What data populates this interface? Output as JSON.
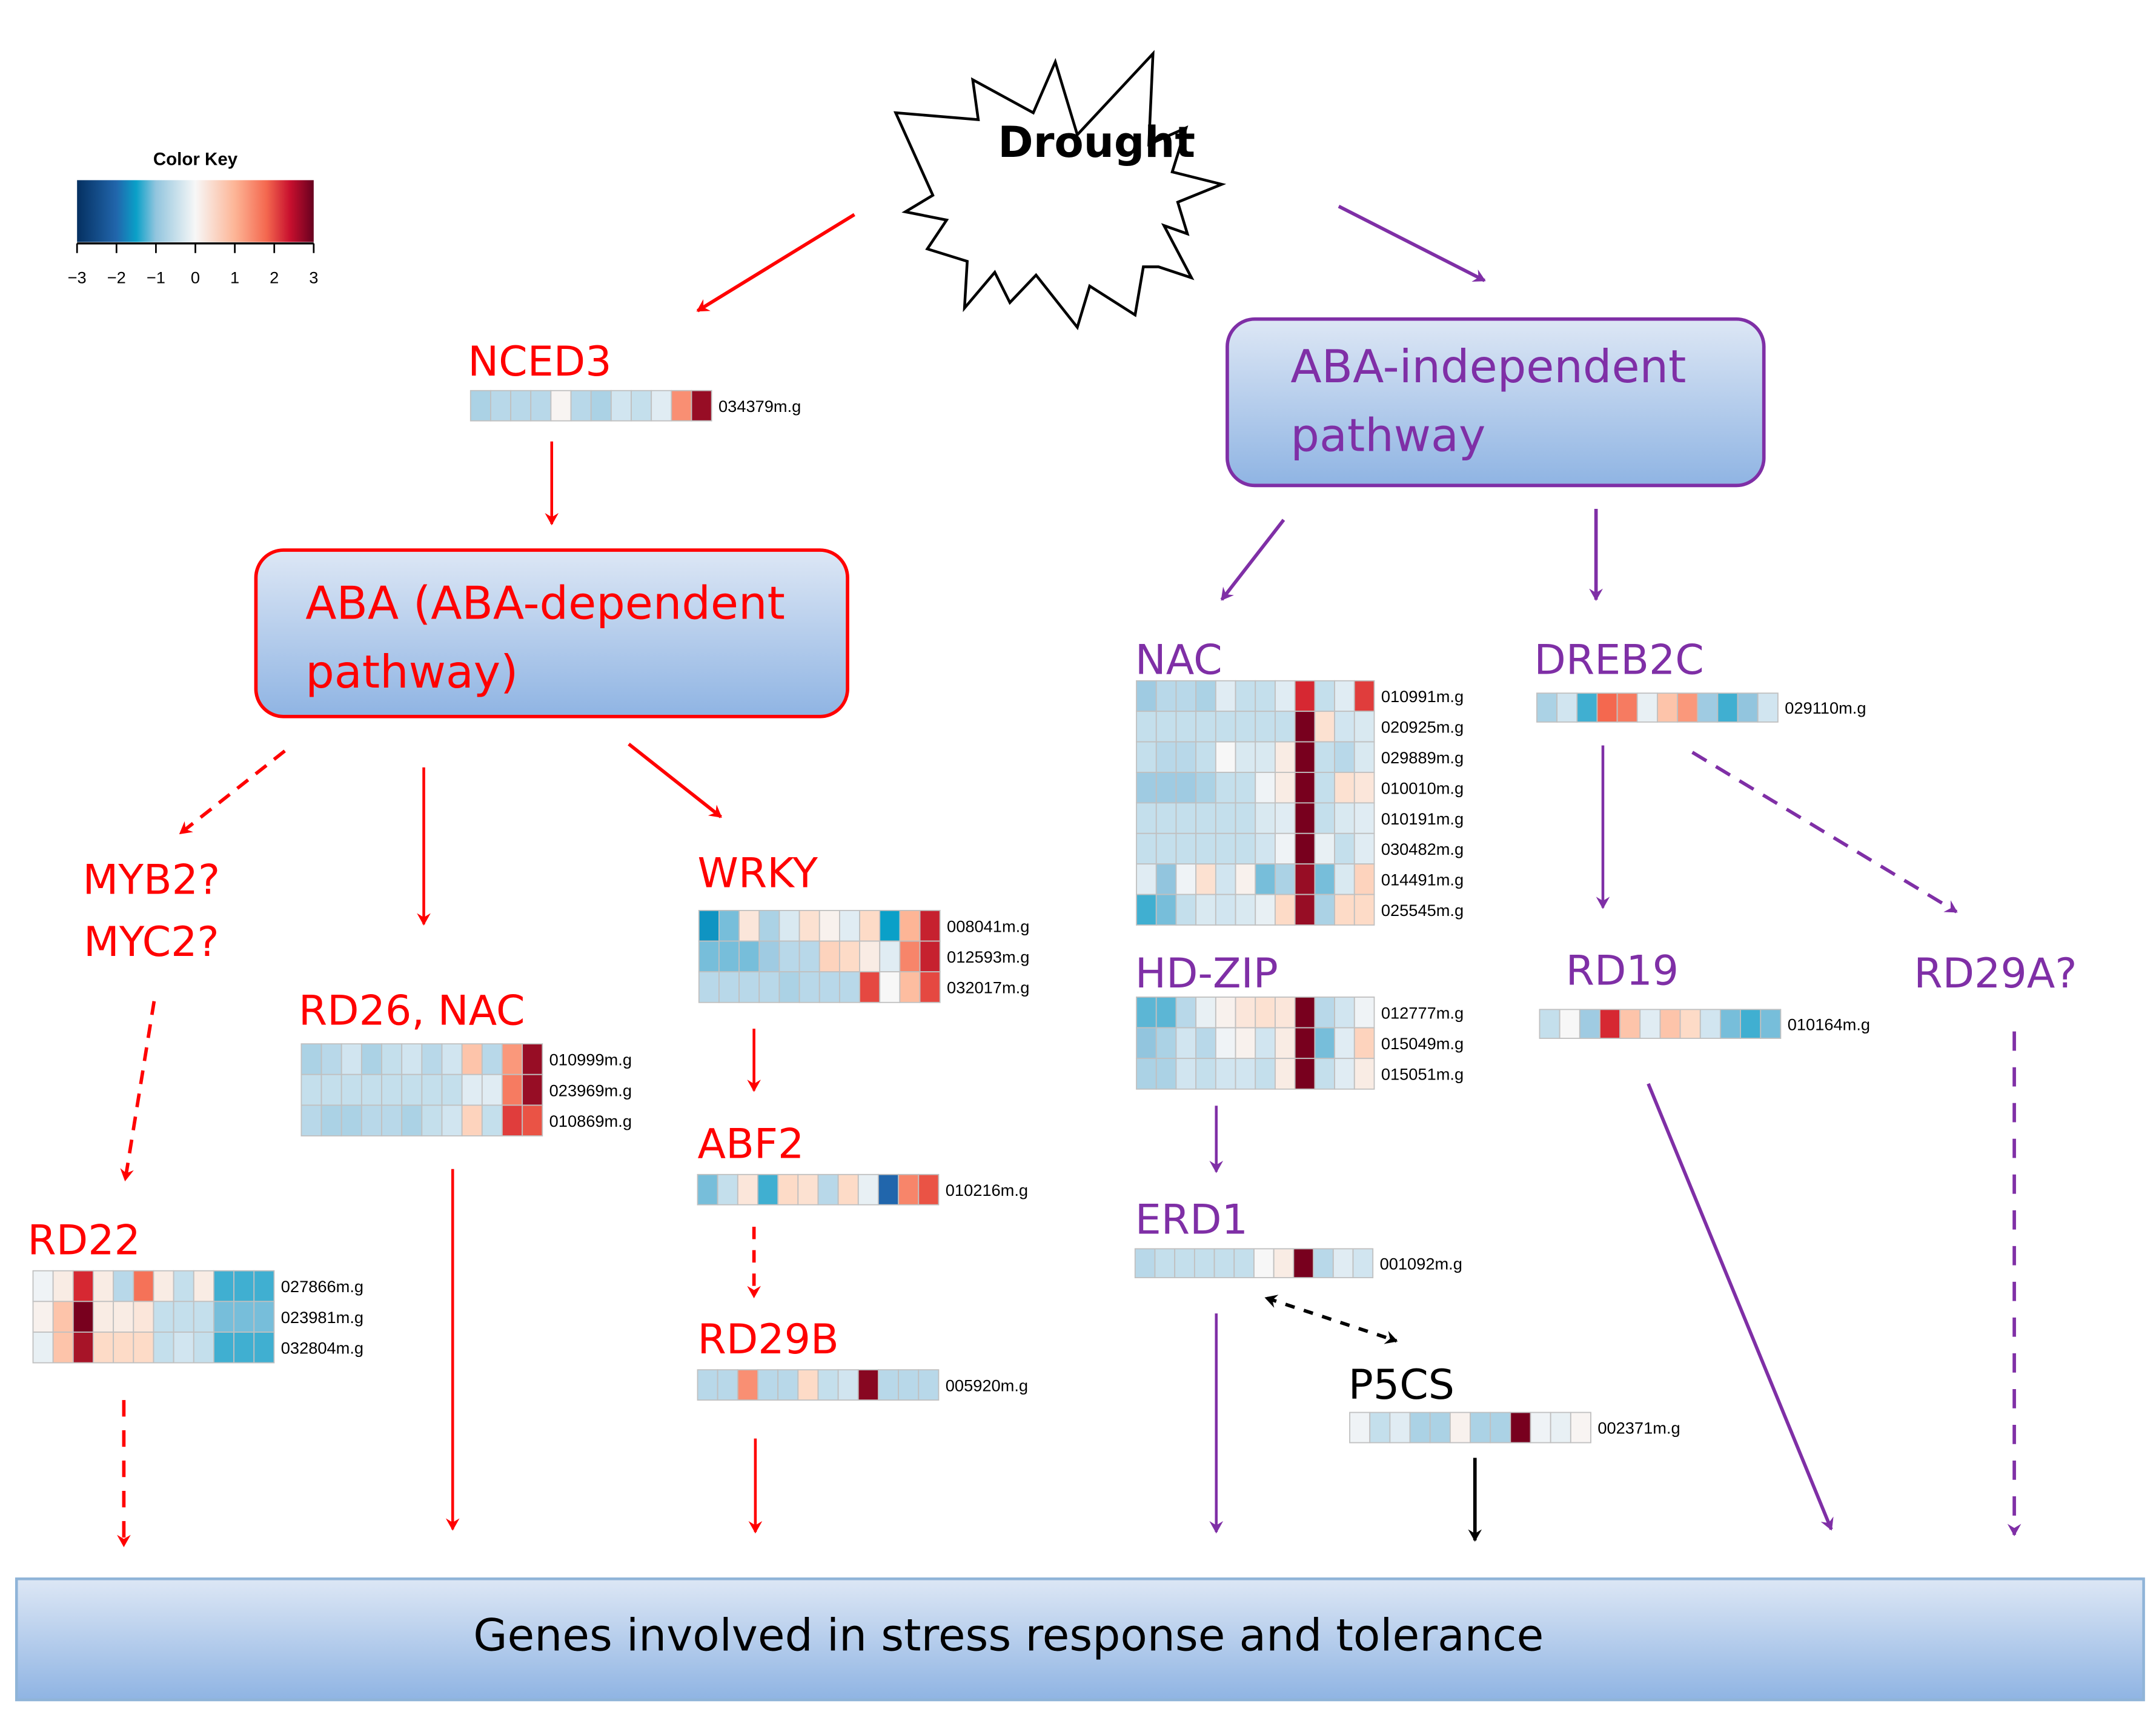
{
  "colors": {
    "aba_dependent": "#ff0000",
    "aba_independent": "#7f2fa6",
    "neutral": "#000000",
    "box_fill_top": "#dbe5f4",
    "box_fill_bottom": "#8fb4e3"
  },
  "color_key": {
    "title": "Color Key",
    "ticks": [
      "−3",
      "−2",
      "−1",
      "0",
      "1",
      "2",
      "3"
    ],
    "range": [
      -3,
      3
    ]
  },
  "stress": {
    "label": "Drought"
  },
  "boxes": {
    "aba_dependent": {
      "line1": "ABA (ABA-dependent",
      "line2": "pathway)"
    },
    "aba_independent": {
      "line1": "ABA-independent",
      "line2": "pathway"
    },
    "outcome": {
      "label": "Genes involved in stress response and tolerance"
    }
  },
  "genes": {
    "nced3": {
      "label": "NCED3",
      "rows": [
        {
          "id": "034379m.g",
          "values": [
            -0.8,
            -0.7,
            -0.7,
            -0.7,
            0.05,
            -0.7,
            -0.8,
            -0.5,
            -0.6,
            -0.3,
            1.4,
            2.8
          ]
        }
      ]
    },
    "myb": {
      "label_line1": "MYB2?",
      "label_line2": "MYC2?"
    },
    "rd26": {
      "label": "RD26, NAC",
      "rows": [
        {
          "id": "010999m.g",
          "values": [
            -0.8,
            -0.7,
            -0.5,
            -0.8,
            -0.6,
            -0.5,
            -0.7,
            -0.5,
            0.8,
            -0.7,
            1.3,
            2.8
          ]
        },
        {
          "id": "023969m.g",
          "values": [
            -0.6,
            -0.6,
            -0.6,
            -0.6,
            -0.6,
            -0.6,
            -0.6,
            -0.6,
            -0.3,
            -0.3,
            1.6,
            2.8
          ]
        },
        {
          "id": "010869m.g",
          "values": [
            -0.7,
            -0.8,
            -0.8,
            -0.7,
            -0.7,
            -0.8,
            -0.6,
            -0.5,
            0.6,
            -0.6,
            2.2,
            2.0
          ]
        }
      ]
    },
    "wrky": {
      "label": "WRKY",
      "rows": [
        {
          "id": "008041m.g",
          "values": [
            -1.6,
            -1.1,
            0.3,
            -0.8,
            -0.4,
            0.4,
            0.1,
            -0.3,
            0.5,
            -1.5,
            1.0,
            2.5
          ]
        },
        {
          "id": "012593m.g",
          "values": [
            -1.1,
            -1.1,
            -1.1,
            -0.9,
            -0.7,
            -0.7,
            0.6,
            0.5,
            0.2,
            -0.3,
            1.5,
            2.5
          ]
        },
        {
          "id": "032017m.g",
          "values": [
            -0.7,
            -0.7,
            -0.7,
            -0.7,
            -0.8,
            -0.7,
            -0.7,
            -0.7,
            2.1,
            0.0,
            0.9,
            2.1
          ]
        }
      ]
    },
    "rd22": {
      "label": "RD22",
      "rows": [
        {
          "id": "027866m.g",
          "values": [
            -0.1,
            0.2,
            2.4,
            0.2,
            -0.7,
            1.7,
            0.2,
            -0.6,
            0.2,
            -1.3,
            -1.3,
            -1.3
          ]
        },
        {
          "id": "023981m.g",
          "values": [
            0.1,
            0.8,
            3.0,
            0.2,
            0.2,
            0.3,
            -0.6,
            -0.6,
            -0.6,
            -1.1,
            -1.1,
            -1.1
          ]
        },
        {
          "id": "032804m.g",
          "values": [
            -0.2,
            0.8,
            2.7,
            0.5,
            0.5,
            0.5,
            -0.6,
            -0.5,
            -0.6,
            -1.3,
            -1.3,
            -1.3
          ]
        }
      ]
    },
    "abf2": {
      "label": "ABF2",
      "rows": [
        {
          "id": "010216m.g",
          "values": [
            -1.1,
            -0.6,
            0.3,
            -1.3,
            0.5,
            0.4,
            -0.7,
            0.5,
            -0.2,
            -2.0,
            1.5,
            2.0
          ]
        }
      ]
    },
    "rd29b": {
      "label": "RD29B",
      "rows": [
        {
          "id": "005920m.g",
          "values": [
            -0.7,
            -0.7,
            1.4,
            -0.7,
            -0.7,
            0.5,
            -0.6,
            -0.5,
            2.9,
            -0.7,
            -0.7,
            -0.7
          ]
        }
      ]
    },
    "nac": {
      "label": "NAC",
      "rows": [
        {
          "id": "010991m.g",
          "values": [
            -0.9,
            -0.7,
            -0.7,
            -0.8,
            -0.3,
            -0.6,
            -0.6,
            -0.3,
            2.4,
            -0.6,
            -0.3,
            2.2
          ]
        },
        {
          "id": "020925m.g",
          "values": [
            -0.6,
            -0.6,
            -0.6,
            -0.6,
            -0.6,
            -0.6,
            -0.6,
            -0.6,
            3.0,
            0.4,
            -0.5,
            -0.4
          ]
        },
        {
          "id": "029889m.g",
          "values": [
            -0.6,
            -0.7,
            -0.7,
            -0.6,
            0.0,
            -0.4,
            -0.4,
            0.2,
            3.0,
            -0.6,
            -0.7,
            -0.4
          ]
        },
        {
          "id": "010010m.g",
          "values": [
            -0.9,
            -0.9,
            -0.9,
            -0.8,
            -0.6,
            -0.6,
            -0.1,
            0.2,
            3.0,
            -0.6,
            0.4,
            0.3
          ]
        },
        {
          "id": "010191m.g",
          "values": [
            -0.6,
            -0.6,
            -0.6,
            -0.6,
            -0.6,
            -0.6,
            -0.4,
            -0.3,
            3.0,
            -0.6,
            -0.4,
            -0.3
          ]
        },
        {
          "id": "030482m.g",
          "values": [
            -0.6,
            -0.6,
            -0.6,
            -0.6,
            -0.6,
            -0.6,
            -0.5,
            -0.1,
            3.0,
            -0.2,
            -0.6,
            -0.3
          ]
        },
        {
          "id": "014491m.g",
          "values": [
            -0.3,
            -1.0,
            -0.1,
            0.4,
            -0.5,
            0.1,
            -1.1,
            -0.8,
            2.8,
            -1.1,
            -0.4,
            0.6
          ]
        },
        {
          "id": "025545m.g",
          "values": [
            -1.3,
            -1.1,
            -0.6,
            -0.4,
            -0.5,
            -0.4,
            -0.2,
            0.5,
            2.8,
            -0.8,
            0.5,
            0.5
          ]
        }
      ]
    },
    "dreb2c": {
      "label": "DREB2C",
      "rows": [
        {
          "id": "029110m.g",
          "values": [
            -0.8,
            -0.5,
            -1.3,
            1.8,
            1.6,
            -0.2,
            0.8,
            1.3,
            -0.9,
            -1.3,
            -1.0,
            -0.5
          ]
        }
      ]
    },
    "hdzip": {
      "label": "HD-ZIP",
      "rows": [
        {
          "id": "012777m.g",
          "values": [
            -1.2,
            -1.2,
            -0.7,
            -0.2,
            0.1,
            0.3,
            0.4,
            0.3,
            3.0,
            -0.7,
            -0.5,
            -0.1
          ]
        },
        {
          "id": "015049m.g",
          "values": [
            -1.0,
            -0.8,
            -0.5,
            -0.7,
            -0.1,
            0.1,
            -0.5,
            0.2,
            3.0,
            -1.1,
            -0.3,
            0.6
          ]
        },
        {
          "id": "015051m.g",
          "values": [
            -0.8,
            -0.8,
            -0.5,
            -0.6,
            -0.5,
            -0.5,
            -0.6,
            0.2,
            3.0,
            -0.6,
            -0.3,
            0.2
          ]
        }
      ]
    },
    "rd19": {
      "label": "RD19",
      "rows": [
        {
          "id": "010164m.g",
          "values": [
            -0.6,
            0.0,
            -0.9,
            2.4,
            0.8,
            -0.3,
            0.8,
            0.5,
            -0.5,
            -1.1,
            -1.3,
            -1.1
          ]
        }
      ]
    },
    "rd29a": {
      "label": "RD29A?"
    },
    "erd1": {
      "label": "ERD1",
      "rows": [
        {
          "id": "001092m.g",
          "values": [
            -0.7,
            -0.6,
            -0.6,
            -0.6,
            -0.6,
            -0.6,
            0.0,
            0.2,
            3.0,
            -0.7,
            -0.3,
            -0.5
          ]
        }
      ]
    },
    "p5cs": {
      "label": "P5CS",
      "rows": [
        {
          "id": "002371m.g",
          "values": [
            -0.1,
            -0.6,
            -0.3,
            -0.8,
            -0.8,
            0.1,
            -0.8,
            -0.8,
            3.0,
            -0.1,
            -0.2,
            0.05
          ]
        }
      ]
    }
  }
}
